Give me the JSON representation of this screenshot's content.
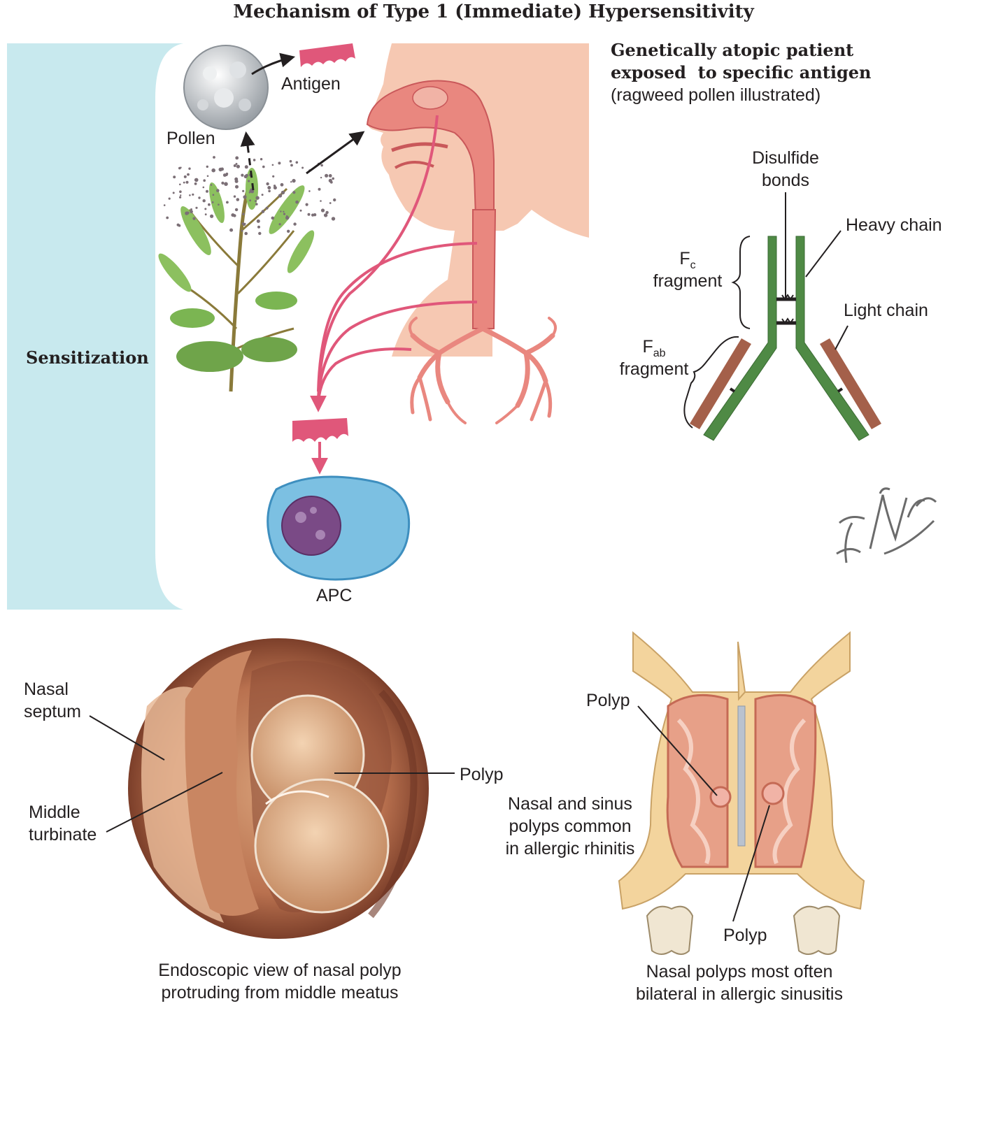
{
  "title": "Mechanism of Type 1 (Immediate) Hypersensitivity",
  "sensitization": {
    "side_label": "Sensitization",
    "exposure_heading_1": "Genetically atopic patient",
    "exposure_heading_2": "exposed  to specific antigen",
    "exposure_note": "(ragweed pollen illustrated)",
    "pollen": "Pollen",
    "antigen": "Antigen",
    "apc": "APC"
  },
  "antibody": {
    "disulfide_1": "Disulfide",
    "disulfide_2": "bonds",
    "heavy_chain": "Heavy chain",
    "light_chain": "Light chain",
    "fc_letter": "F",
    "fc_sub": "c",
    "fab_letter": "F",
    "fab_sub": "ab",
    "fragment": "fragment",
    "colors": {
      "heavy": "#4f8a45",
      "light": "#a4604a"
    }
  },
  "endoscopic": {
    "nasal_septum_1": "Nasal",
    "nasal_septum_2": "septum",
    "middle_turbinate_1": "Middle",
    "middle_turbinate_2": "turbinate",
    "polyp": "Polyp",
    "caption_1": "Endoscopic view of nasal polyp",
    "caption_2": "protruding from middle meatus"
  },
  "sinus": {
    "polyp_top": "Polyp",
    "polyp_bottom": "Polyp",
    "note_1": "Nasal and sinus",
    "note_2": "polyps common",
    "note_3": "in allergic rhinitis",
    "caption_1": "Nasal polyps most often",
    "caption_2": "bilateral in allergic sinusitis"
  },
  "colors": {
    "panel": "#c8e9ee",
    "pathway": "#e0577a",
    "skin": "#f6c8b2",
    "airway": "#e9877f",
    "plant": "#6fa44a",
    "cell": "#7cc0e2",
    "nucleus": "#7a4a86",
    "bone": "#f3d49d",
    "mucosa": "#e7a088"
  },
  "signature": "F. Netter M.D."
}
